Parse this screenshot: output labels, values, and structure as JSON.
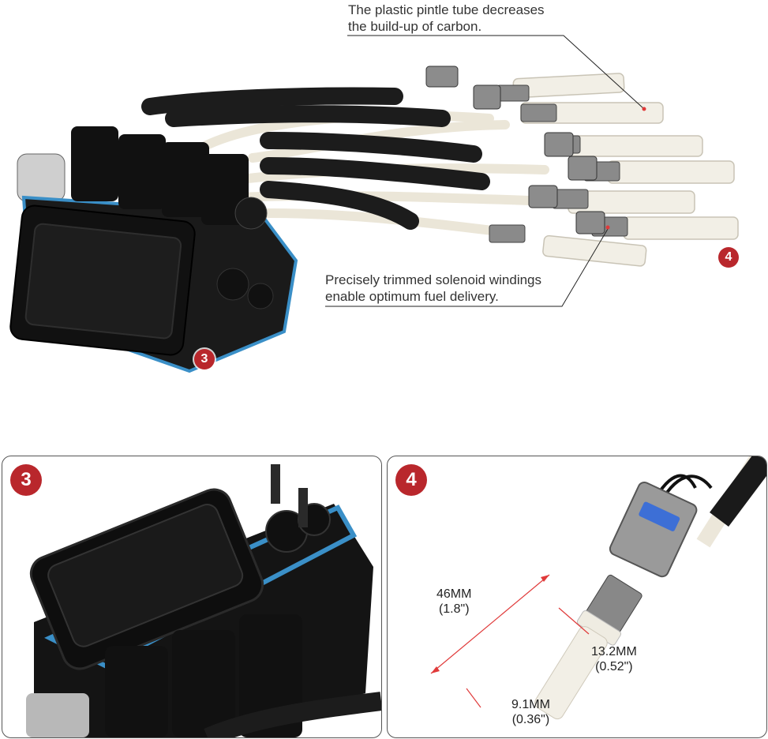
{
  "colors": {
    "badge": "#b9272c",
    "gasket": "#3a8fc7",
    "connector": "#9a9a9a",
    "clip": "#3d6fd6",
    "tube": "#f2efe6",
    "hose": "#1c1c1c",
    "dimension_line": "#e03a3a"
  },
  "callouts": {
    "pintle_line1": "The plastic pintle tube decreases",
    "pintle_line2": "the build-up of carbon.",
    "solenoid_line1": "Precisely trimmed solenoid windings",
    "solenoid_line2": "enable optimum fuel delivery."
  },
  "badges": {
    "main_3": "3",
    "main_4": "4",
    "panel_3": "3",
    "panel_4": "4"
  },
  "dimensions": {
    "length_mm": "46MM",
    "length_in": "(1.8\")",
    "diameter_mm": "13.2MM",
    "diameter_in": "(0.52\")",
    "tip_mm": "9.1MM",
    "tip_in": "(0.36\")"
  },
  "icons": [
    "fuel-injector-assembly-image",
    "connector-housing-image",
    "injector-closeup-image"
  ]
}
